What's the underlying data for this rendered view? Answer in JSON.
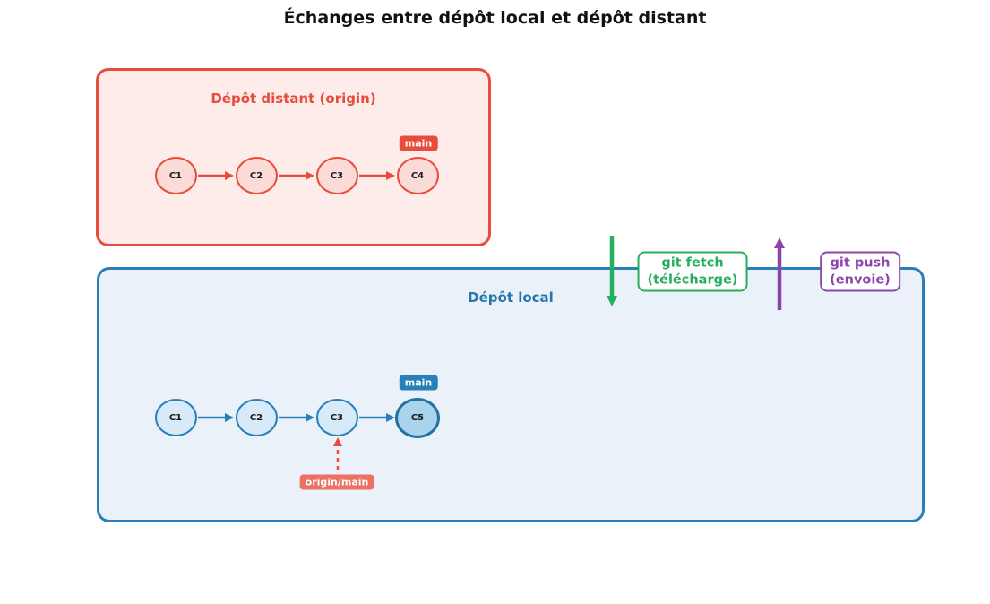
{
  "title": "Échanges entre dépôt local et dépôt distant",
  "remote_repo": {
    "title": "Dépôt distant (origin)",
    "branch_badge": "main",
    "commits": [
      {
        "label": "C1"
      },
      {
        "label": "C2"
      },
      {
        "label": "C3"
      },
      {
        "label": "C4"
      }
    ]
  },
  "local_repo": {
    "title": "Dépôt local",
    "branch_badge": "main",
    "remote_tracking_badge": "origin/main",
    "commits": [
      {
        "label": "C1"
      },
      {
        "label": "C2"
      },
      {
        "label": "C3"
      },
      {
        "label": "C5"
      }
    ]
  },
  "operations": {
    "fetch": {
      "label": "git fetch",
      "sublabel": "(télécharge)",
      "direction": "down"
    },
    "push": {
      "label": "git push",
      "sublabel": "(envoie)",
      "direction": "up"
    }
  },
  "colors": {
    "remote_accent": "#e74c3c",
    "remote_box_fill": "#fdecea",
    "remote_node_fill": "#fadbd8",
    "local_accent": "#2980b9",
    "local_box_fill": "#eaf1f8",
    "local_node_fill": "#d6eaf8",
    "local_head_fill": "#a9d4ec",
    "tracking_badge": "#ec7063",
    "fetch_green": "#27ae60",
    "push_purple": "#8e44ad"
  }
}
